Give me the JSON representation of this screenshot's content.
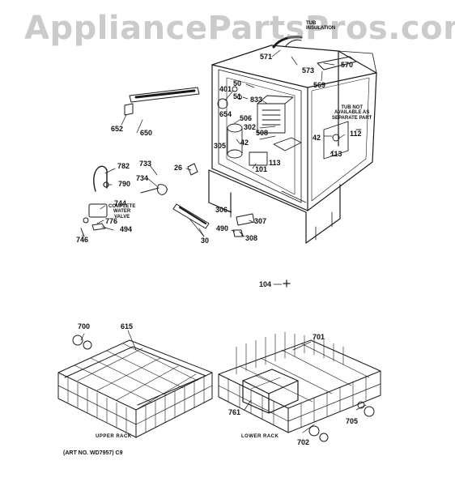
{
  "watermark": "AppliancePartsPros.com",
  "notes": {
    "tub_insulation": "TUB\nINSULATION",
    "tub_not_available": "TUB NOT\nAVAILABLE AS\nSEPARATE PART",
    "complete_water_valve": "COMPLETE\nWATER\nVALVE"
  },
  "captions": {
    "upper_rack": "UPPER RACK",
    "lower_rack": "LOWER RACK",
    "art_no": "(ART NO. WD7957) C9"
  },
  "parts": [
    "571",
    "573",
    "570",
    "569",
    "50",
    "401",
    "51",
    "833",
    "506",
    "654",
    "302",
    "508",
    "42",
    "305",
    "101",
    "113",
    "112",
    "42",
    "113",
    "652",
    "650",
    "782",
    "790",
    "733",
    "734",
    "26",
    "744",
    "776",
    "494",
    "746",
    "306",
    "307",
    "490",
    "308",
    "30",
    "104",
    "700",
    "615",
    "701",
    "761",
    "705",
    "702"
  ],
  "colors": {
    "line": "#1a1a1a",
    "watermark": "#a0a0a0"
  }
}
